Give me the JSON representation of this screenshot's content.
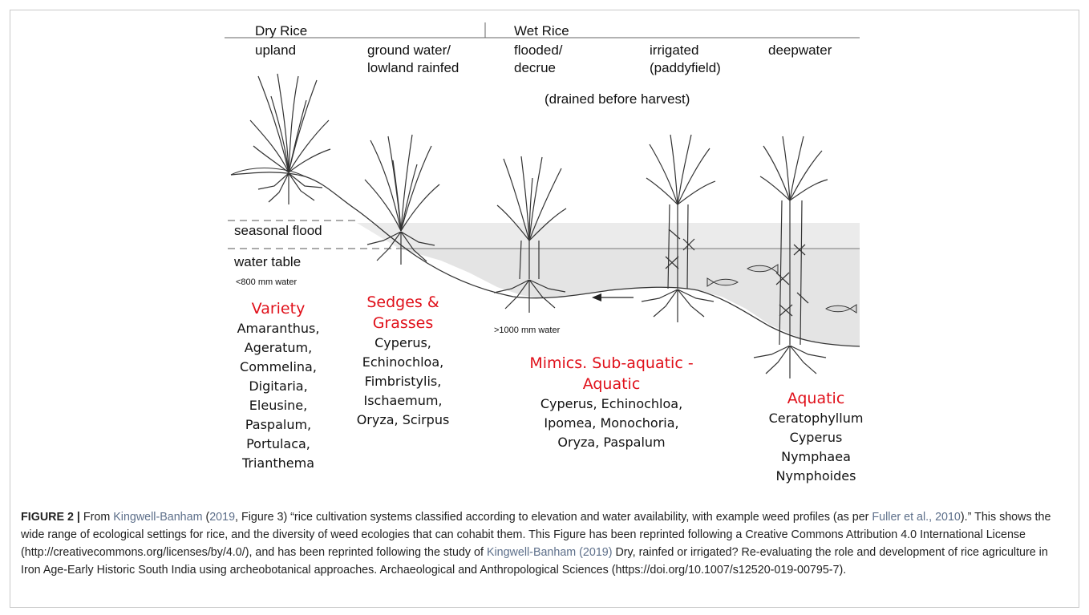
{
  "figure": {
    "header": {
      "dry_rice": "Dry Rice",
      "wet_rice": "Wet Rice"
    },
    "columns": [
      {
        "id": "upland",
        "lines": [
          "upland"
        ]
      },
      {
        "id": "groundwater",
        "lines": [
          "ground water/",
          "lowland rainfed"
        ]
      },
      {
        "id": "flooded",
        "lines": [
          "flooded/",
          "decrue"
        ]
      },
      {
        "id": "irrigated",
        "lines": [
          "irrigated",
          "(paddyfield)"
        ]
      },
      {
        "id": "deepwater",
        "lines": [
          "deepwater"
        ]
      }
    ],
    "drained_note": "(drained before harvest)",
    "side_labels": {
      "seasonal_flood": "seasonal flood",
      "water_table": "water table",
      "low_water": "<800 mm water",
      "high_water": ">1000 mm water"
    },
    "weed_groups": [
      {
        "id": "variety",
        "heading": [
          "Variety"
        ],
        "items": [
          "Amaranthus,",
          "Ageratum,",
          "Commelina,",
          "Digitaria,",
          "Eleusine,",
          "Paspalum,",
          "Portulaca,",
          "Trianthema"
        ]
      },
      {
        "id": "sedges",
        "heading": [
          "Sedges &",
          "Grasses"
        ],
        "items": [
          "Cyperus,",
          "Echinochloa,",
          "Fimbristylis,",
          "Ischaemum,",
          "Oryza, Scirpus"
        ]
      },
      {
        "id": "mimics",
        "heading": [
          "Mimics. Sub-aquatic -",
          "Aquatic"
        ],
        "items": [
          "Cyperus, Echinochloa,",
          "Ipomea, Monochoria,",
          "Oryza, Paspalum"
        ]
      },
      {
        "id": "aquatic",
        "heading": [
          "Aquatic"
        ],
        "items": [
          "Ceratophyllum",
          "Cyperus",
          "Nymphaea",
          "Nymphoides"
        ]
      }
    ],
    "colors": {
      "heading_red": "#e0101a",
      "water_fill": "#e9e9e9",
      "link_blue": "#5d6f8a"
    }
  },
  "caption": {
    "fig_label": "FIGURE 2 |",
    "t1": " From ",
    "ref1": "Kingwell-Banham",
    "t2": " (",
    "ref2": "2019",
    "t3": ", Figure 3) “rice cultivation systems classified according to elevation and water availability, with example weed profiles (as per ",
    "ref3": "Fuller et al., 2010",
    "t4": ").” This shows the wide range of ecological settings for rice, and the diversity of weed ecologies that can cohabit them. This Figure has been reprinted following a Creative Commons Attribution 4.0 International License (http://creativecommons.org/licenses/by/4.0/), and has been reprinted following the study of ",
    "ref4": "Kingwell-Banham (2019)",
    "t5": " Dry, rainfed or irrigated? Re-evaluating the role and development of rice agriculture in Iron Age-Early Historic South India using archeobotanical approaches. Archaeological and Anthropological Sciences (https://doi.org/10.1007/s12520-019-00795-7)."
  }
}
